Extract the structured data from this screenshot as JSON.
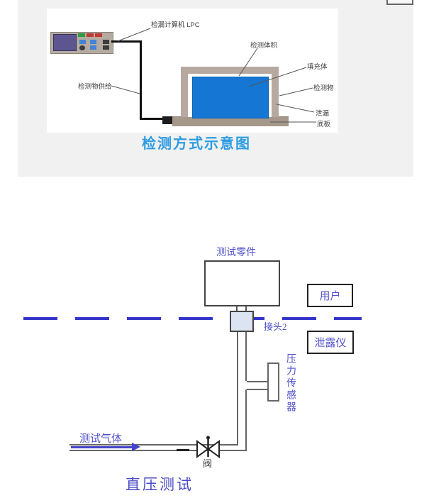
{
  "top_section": {
    "title": "检测方式示意图",
    "labels": {
      "computer": "检漏计算机 LPC",
      "supply": "检测物供给",
      "volume": "检测体积",
      "filler": "填充体",
      "specimen": "检测物",
      "leak": "泄漏",
      "base_plate": "底板"
    },
    "colors": {
      "title_blue": "#2d9ce2",
      "panel_bg": "#f1f1f1",
      "chamber_blue": "#1577d3",
      "frame_tan": "#b7a9a0",
      "base_tan": "#a5978a",
      "screen_purple": "#5d5590"
    }
  },
  "bottom_section": {
    "title": "直压测试",
    "labels": {
      "test_part": "测试零件",
      "user": "用户",
      "connector": "接头2",
      "leak_meter": "泄露仪",
      "pressure_sensor": "压力传感器",
      "test_gas": "测试气体",
      "valve": "阀"
    },
    "colors": {
      "label_blue": "#5050cc",
      "dash_blue": "#3535cc",
      "title_blue": "#4a4ac8",
      "pipe_gray": "#666666"
    }
  }
}
